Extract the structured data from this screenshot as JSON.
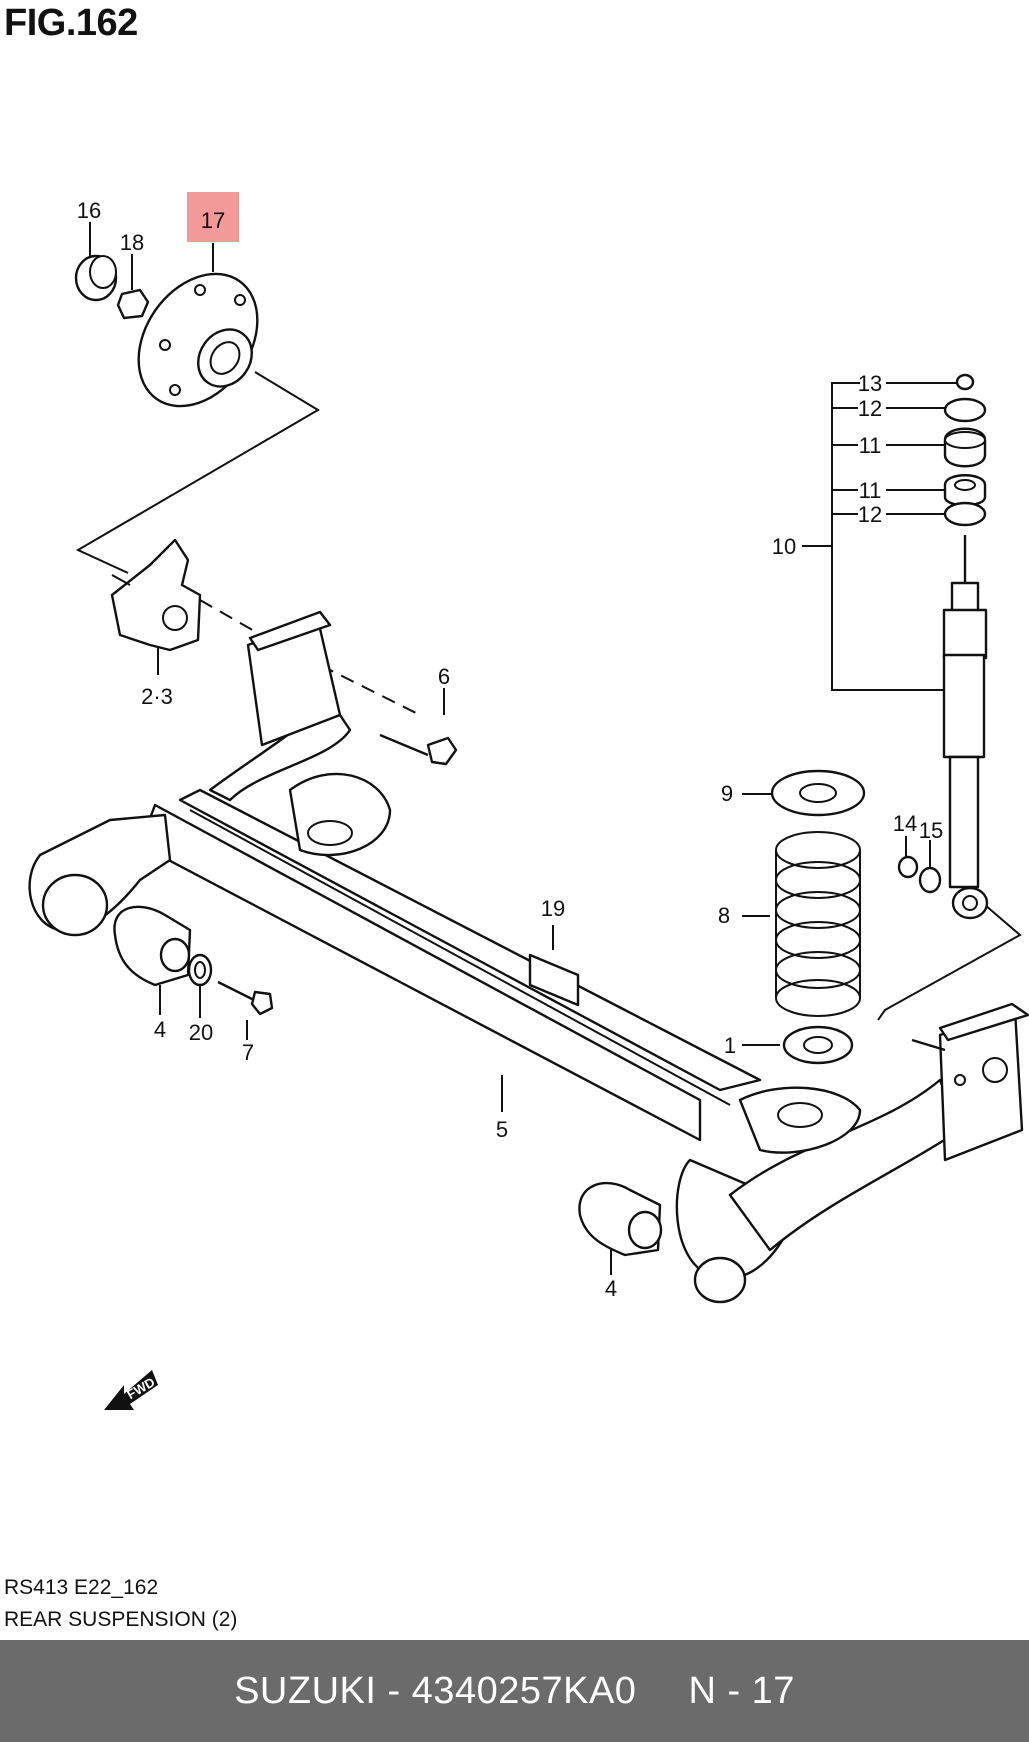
{
  "figure": {
    "title": "FIG.162"
  },
  "diagram": {
    "highlight_color": "#f29a9a",
    "callouts": [
      {
        "id": "c16",
        "label": "16"
      },
      {
        "id": "c17",
        "label": "17",
        "highlighted": true
      },
      {
        "id": "c18",
        "label": "18"
      },
      {
        "id": "c13",
        "label": "13"
      },
      {
        "id": "c12a",
        "label": "12"
      },
      {
        "id": "c11a",
        "label": "11"
      },
      {
        "id": "c11b",
        "label": "11"
      },
      {
        "id": "c12b",
        "label": "12"
      },
      {
        "id": "c10",
        "label": "10"
      },
      {
        "id": "c6",
        "label": "6"
      },
      {
        "id": "c23",
        "label": "2·3"
      },
      {
        "id": "c9",
        "label": "9"
      },
      {
        "id": "c14",
        "label": "14"
      },
      {
        "id": "c15",
        "label": "15"
      },
      {
        "id": "c8",
        "label": "8"
      },
      {
        "id": "c19",
        "label": "19"
      },
      {
        "id": "c4a",
        "label": "4"
      },
      {
        "id": "c20",
        "label": "20"
      },
      {
        "id": "c7",
        "label": "7"
      },
      {
        "id": "c1",
        "label": "1"
      },
      {
        "id": "c5",
        "label": "5"
      },
      {
        "id": "c4b",
        "label": "4"
      }
    ],
    "fwd_label": "FWD"
  },
  "caption": {
    "code": "RS413 E22_162",
    "name": "REAR SUSPENSION (2)"
  },
  "footer": {
    "part": "SUZUKI - 4340257KA0",
    "page": "N - 17",
    "background": "#6b6b6b"
  }
}
